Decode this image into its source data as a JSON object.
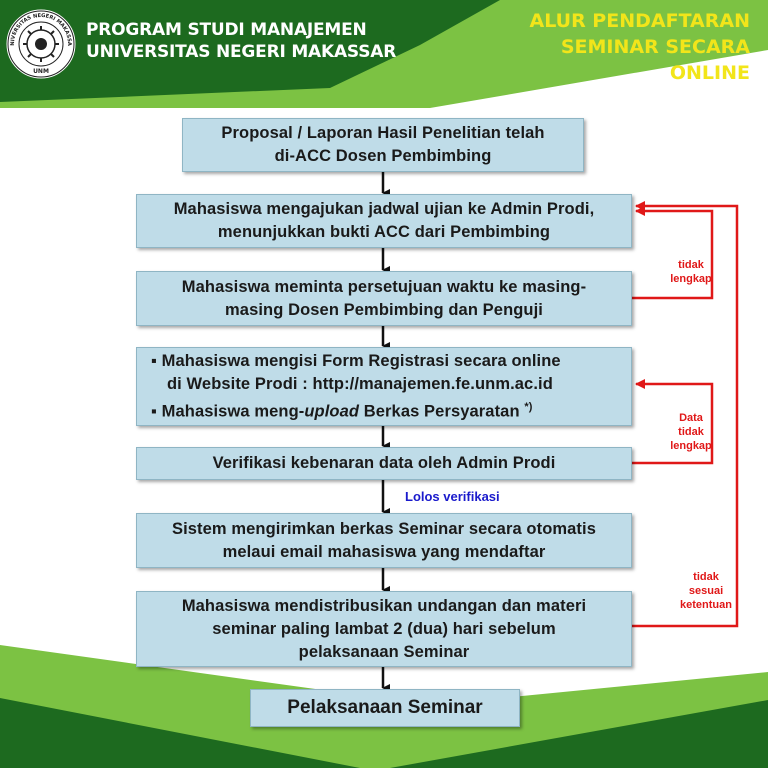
{
  "header": {
    "program_line1": "PROGRAM STUDI MANAJEMEN",
    "program_line2": "UNIVERSITAS NEGERI MAKASSAR",
    "logo_text_top": "UNIVERSITAS NEGERI MAKASSAR",
    "logo_text_bottom": "UNM",
    "title_lines": [
      "ALUR PENDAFTARAN",
      "SEMINAR SECARA",
      "ONLINE"
    ]
  },
  "colors": {
    "dark_green": "#1d6a1f",
    "light_green": "#7cc243",
    "title_yellow": "#f2e51a",
    "box_fill": "#bfdce8",
    "arrow_red": "#e01818",
    "lolos_blue": "#1a1acc"
  },
  "steps": [
    {
      "lines": [
        "Proposal / Laporan Hasil Penelitian telah",
        "di-ACC Dosen Pembimbing"
      ]
    },
    {
      "lines": [
        "Mahasiswa mengajukan jadwal ujian ke Admin Prodi,",
        "menunjukkan bukti ACC dari Pembimbing"
      ]
    },
    {
      "lines": [
        "Mahasiswa meminta persetujuan waktu ke masing-",
        "masing Dosen Pembimbing dan Penguji"
      ]
    },
    {
      "bullets": [
        {
          "marker": "▪",
          "line1": "Mahasiswa mengisi Form Registrasi secara online",
          "line2": "di Website Prodi : http://manajemen.fe.unm.ac.id"
        },
        {
          "marker": "▪",
          "pre": "Mahasiswa meng-",
          "italic": "upload",
          "post": " Berkas Persyaratan ",
          "sup": "*)"
        }
      ]
    },
    {
      "lines": [
        "Verifikasi kebenaran data oleh Admin Prodi"
      ]
    },
    {
      "lines": [
        "Sistem mengirimkan berkas Seminar secara otomatis",
        "melaui email mahasiswa yang mendaftar"
      ]
    },
    {
      "lines": [
        "Mahasiswa mendistribusikan undangan dan materi",
        "seminar paling lambat 2 (dua) hari sebelum",
        "pelaksanaan Seminar"
      ]
    }
  ],
  "final_step": "Pelaksanaan Seminar",
  "lolos_label": "Lolos verifikasi",
  "feedback_labels": {
    "tidak_lengkap": [
      "tidak",
      "lengkap"
    ],
    "data_tidak_lengkap": [
      "Data",
      "tidak",
      "lengkap"
    ],
    "tidak_sesuai": [
      "tidak",
      "sesuai",
      "ketentuan"
    ]
  }
}
